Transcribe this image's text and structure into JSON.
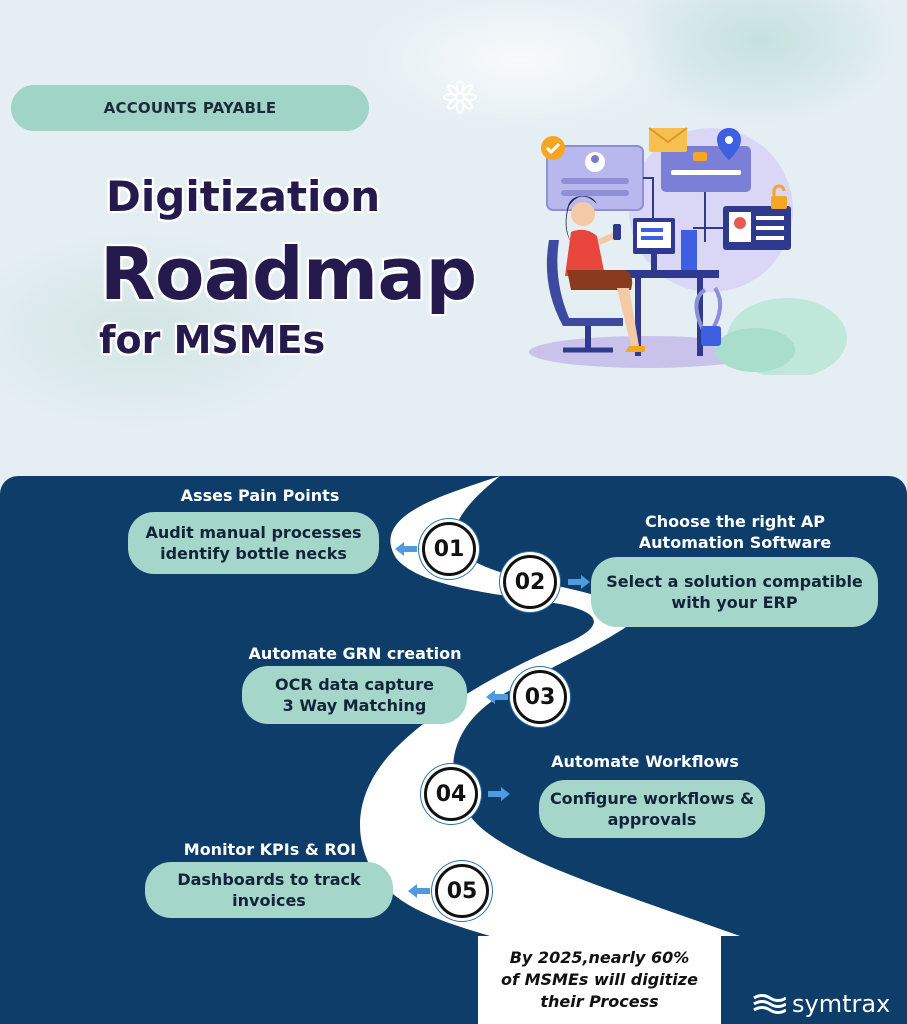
{
  "header": {
    "category_pill": "ACCOUNTS PAYABLE",
    "title_line1": "Digitization",
    "title_line2": "Roadmap",
    "title_line3": "for MSMEs"
  },
  "steps": [
    {
      "number": "01",
      "title": "Asses Pain Points",
      "line1": "Audit manual processes",
      "line2": "identify bottle necks"
    },
    {
      "number": "02",
      "title_line1": "Choose the right AP",
      "title_line2": "Automation Software",
      "line1": "Select a solution compatible",
      "line2": "with your ERP"
    },
    {
      "number": "03",
      "title": "Automate GRN creation",
      "line1": "OCR data capture",
      "line2": "3 Way Matching"
    },
    {
      "number": "04",
      "title": "Automate Workflows",
      "line1": "Configure workflows &",
      "line2": "approvals"
    },
    {
      "number": "05",
      "title": "Monitor KPIs & ROI",
      "line1": "Dashboards to track",
      "line2": "invoices"
    }
  ],
  "stat": {
    "line1": "By 2025,nearly 60%",
    "line2": "of MSMEs will digitize",
    "line3": "their Process"
  },
  "brand": {
    "name": "symtrax"
  },
  "colors": {
    "navy": "#0d3d68",
    "mint": "#a4d6c9",
    "title": "#241a4d",
    "arrow": "#4f9be0"
  },
  "icons": [
    "flower-icon",
    "check-icon",
    "user-card-icon",
    "mail-icon",
    "location-pin-icon",
    "lock-icon",
    "arrow-left-icon",
    "arrow-right-icon",
    "brand-waves-icon"
  ]
}
